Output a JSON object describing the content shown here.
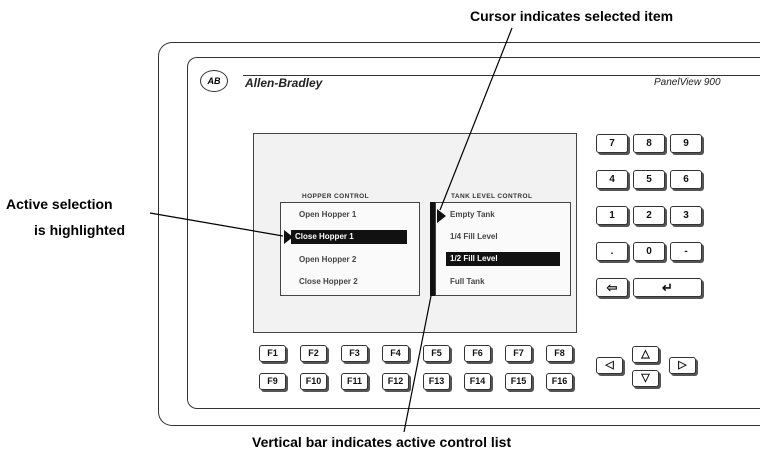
{
  "callouts": {
    "cursor": "Cursor indicates selected item",
    "active_line1": "Active selection",
    "active_line2": "is highlighted",
    "vertical": "Vertical bar indicates active control list"
  },
  "device": {
    "logo": "AB",
    "brand": "Allen-Bradley",
    "model": "PanelView 900"
  },
  "screen": {
    "hopper": {
      "title": "HOPPER CONTROL",
      "items": [
        "Open Hopper 1",
        "Close Hopper 1",
        "Open Hopper 2",
        "Close Hopper 2"
      ]
    },
    "tank": {
      "title": "TANK LEVEL CONTROL",
      "items": [
        "Empty Tank",
        "1/4 Fill Level",
        "1/2 Fill Level",
        "Full Tank"
      ]
    }
  },
  "keypad": {
    "row1": [
      "7",
      "8",
      "9"
    ],
    "row2": [
      "4",
      "5",
      "6"
    ],
    "row3": [
      "1",
      "2",
      "3"
    ],
    "row4": [
      ".",
      "0",
      "-"
    ],
    "backspace": "⇦",
    "enter": "↵"
  },
  "function_keys": {
    "row1": [
      "F1",
      "F2",
      "F3",
      "F4",
      "F5",
      "F6",
      "F7",
      "F8"
    ],
    "row2": [
      "F9",
      "F10",
      "F11",
      "F12",
      "F13",
      "F14",
      "F15",
      "F16"
    ]
  },
  "arrows": {
    "up": "△",
    "down": "▽",
    "left": "◁",
    "right": "▷"
  }
}
